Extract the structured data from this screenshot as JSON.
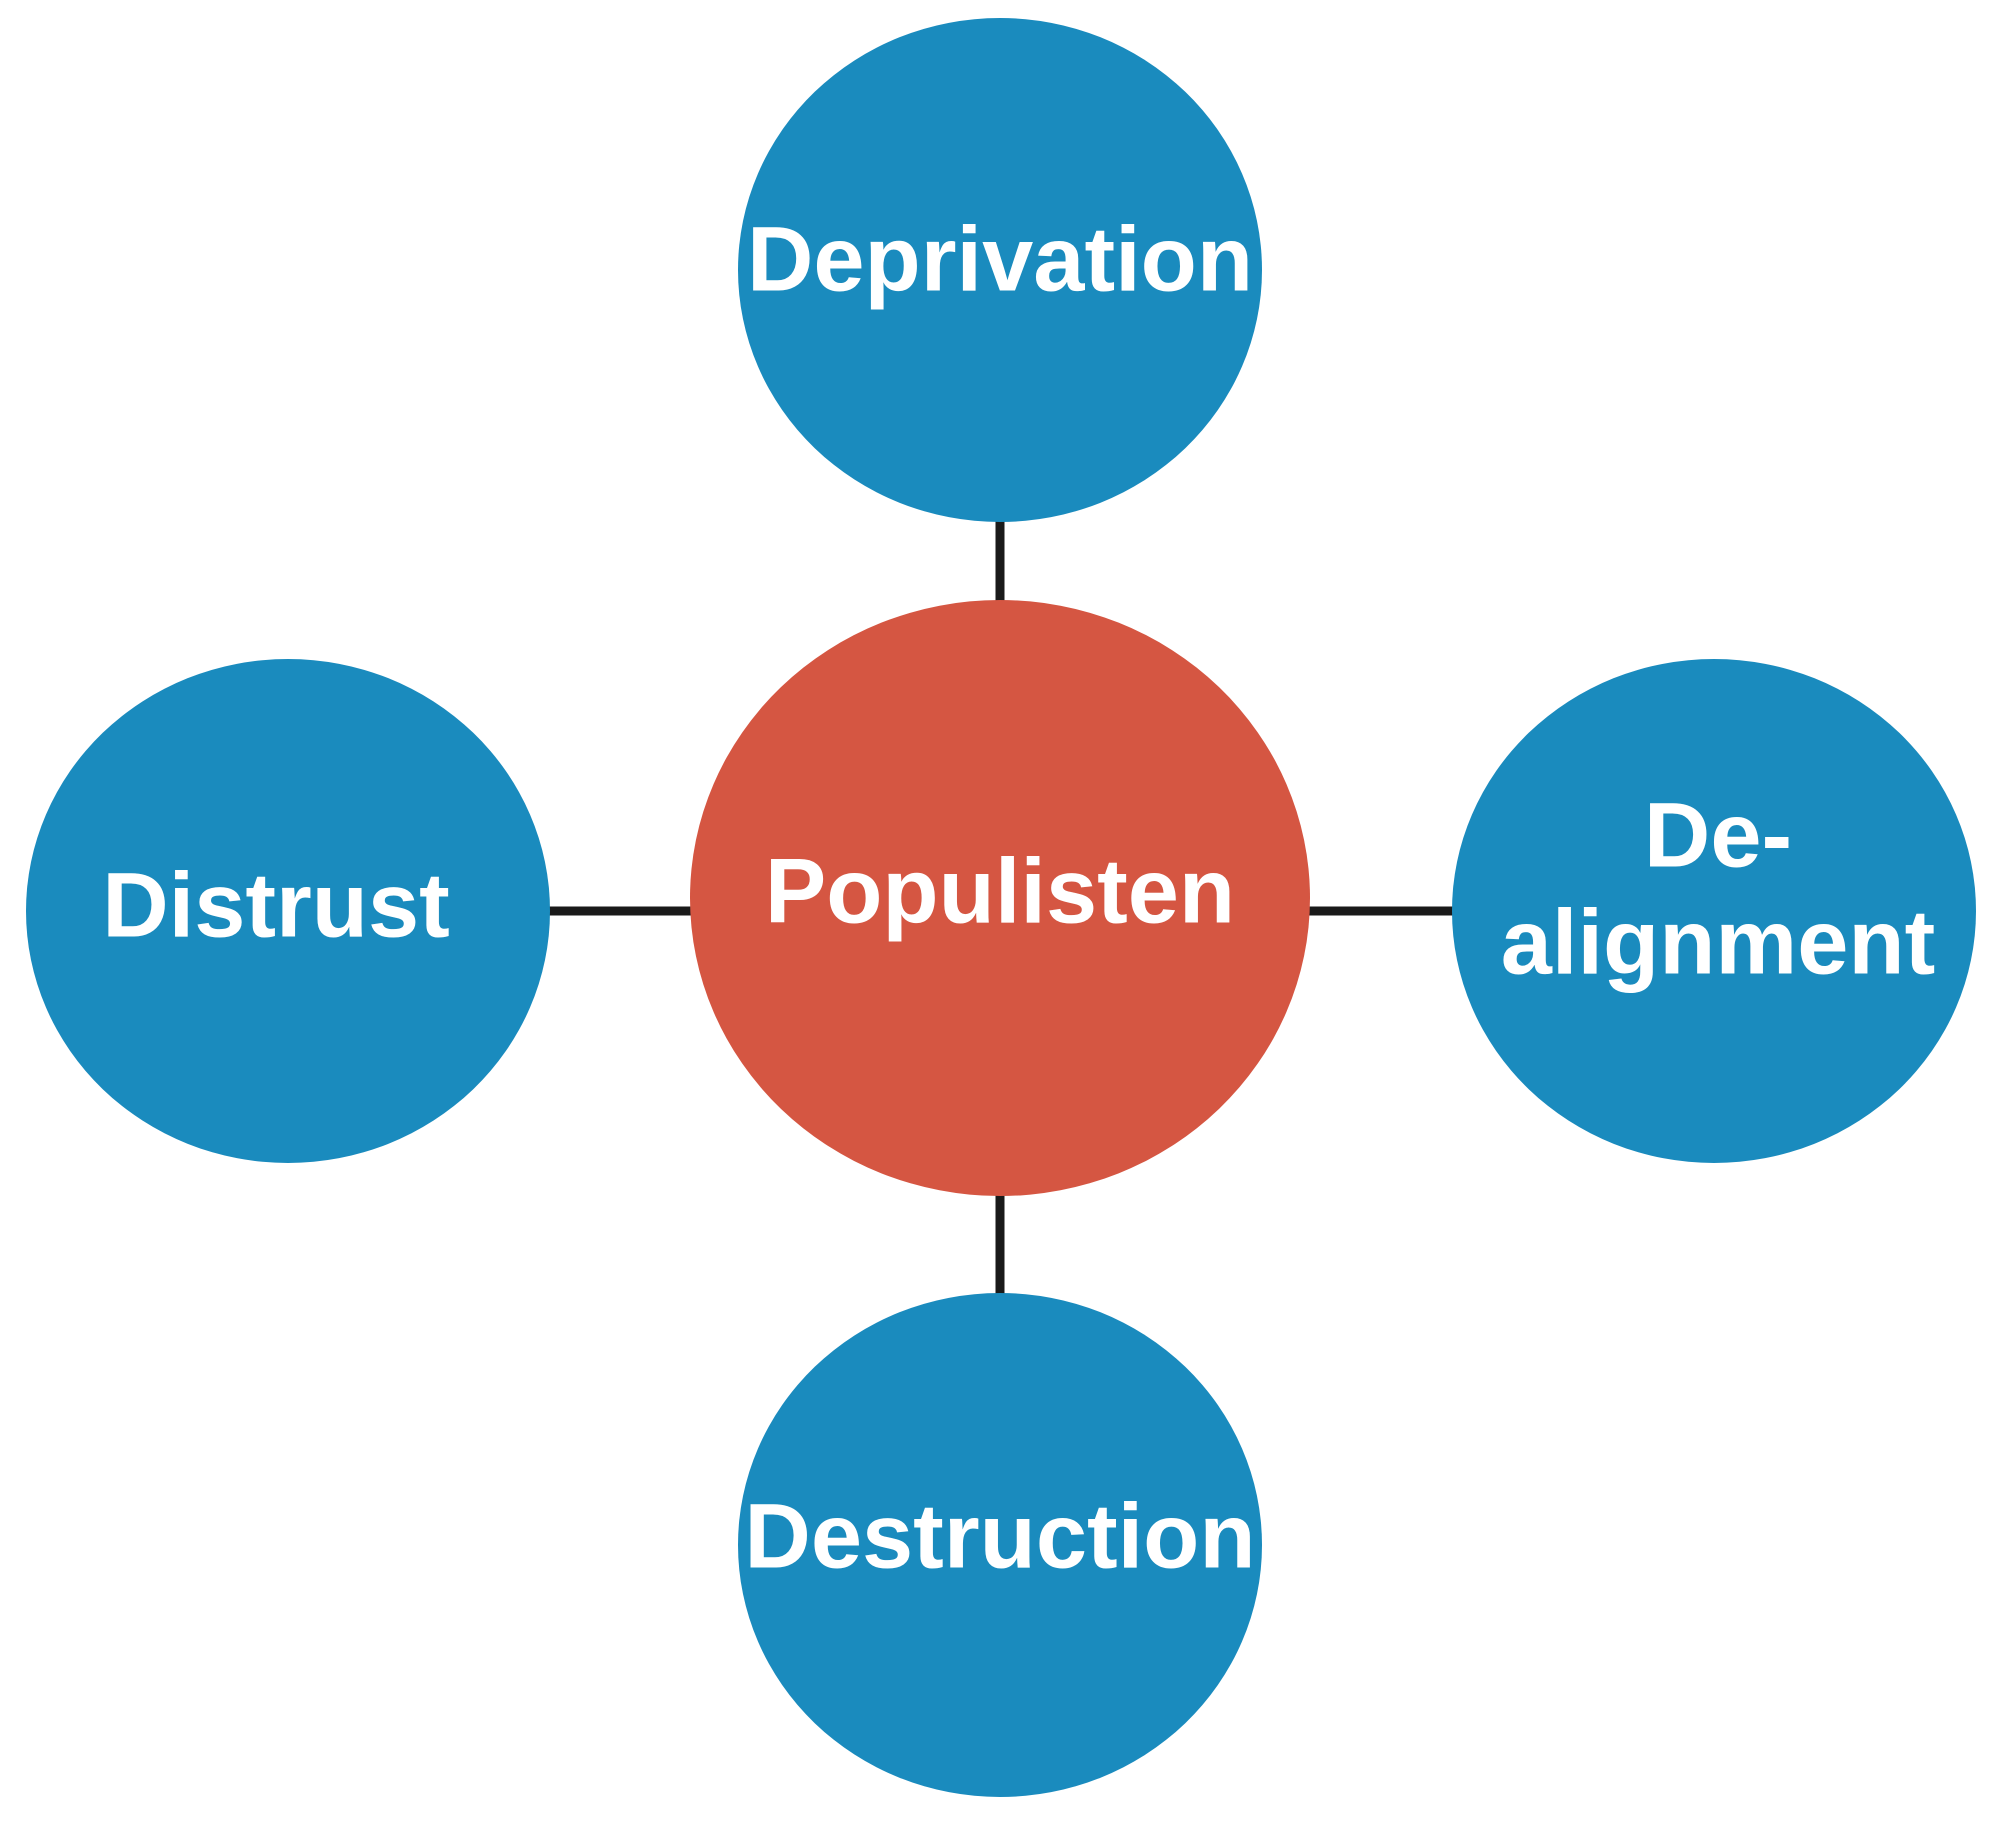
{
  "diagram": {
    "colors": {
      "background": "#ffffff",
      "center_fill": "#D55642",
      "outer_fill": "#1A8BBE",
      "connector": "#1a1a1a",
      "text": "#ffffff"
    },
    "center": {
      "label": "Populisten"
    },
    "top": {
      "label": "Deprivation"
    },
    "left": {
      "label": "Distrust"
    },
    "right": {
      "label_line1": "De-",
      "label_line2": "alignment"
    },
    "bottom": {
      "label": "Destruction"
    }
  }
}
